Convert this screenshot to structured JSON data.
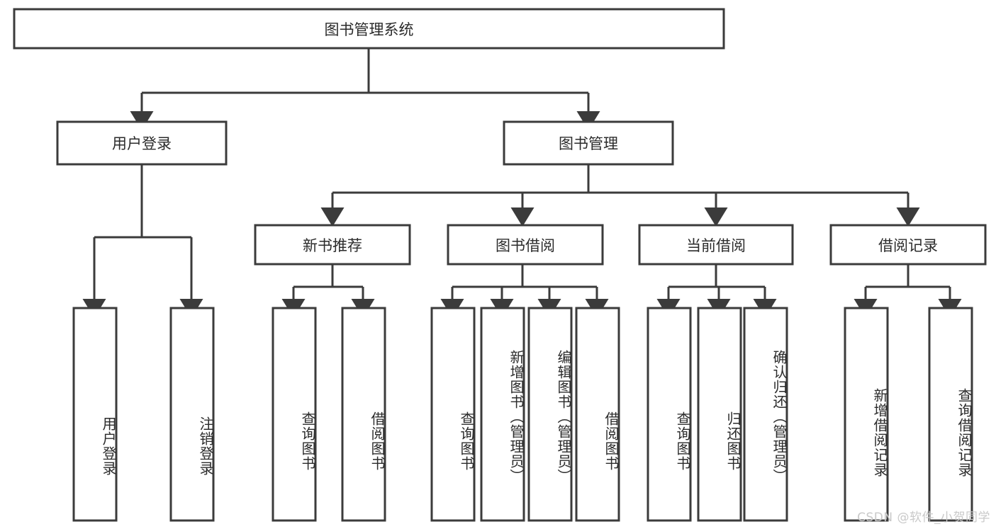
{
  "diagram": {
    "title": "图书管理系统",
    "type": "tree",
    "root": {
      "label": "图书管理系统"
    },
    "level1": [
      {
        "label": "用户登录"
      },
      {
        "label": "图书管理"
      }
    ],
    "level2": [
      {
        "label": "新书推荐",
        "parent": "图书管理"
      },
      {
        "label": "图书借阅",
        "parent": "图书管理"
      },
      {
        "label": "当前借阅",
        "parent": "图书管理"
      },
      {
        "label": "借阅记录",
        "parent": "图书管理"
      }
    ],
    "leaves": {
      "user_login": [
        {
          "label": "用户登录"
        },
        {
          "label": "注销登录"
        }
      ],
      "new_book": [
        {
          "label": "查询图书"
        },
        {
          "label": "借阅图书"
        }
      ],
      "book_borrow": [
        {
          "label": "查询图书"
        },
        {
          "label": "新增图书（管理员）"
        },
        {
          "label": "编辑图书（管理员）"
        },
        {
          "label": "借阅图书"
        }
      ],
      "current_borrow": [
        {
          "label": "查询图书"
        },
        {
          "label": "归还图书"
        },
        {
          "label": "确认归还（管理员）"
        }
      ],
      "borrow_record": [
        {
          "label": "新增借阅记录"
        },
        {
          "label": "查询借阅记录"
        }
      ]
    },
    "colors": {
      "stroke": "#3b3b3b",
      "fill": "#ffffff",
      "text": "#2b2b2b",
      "watermark": "#c9c9c9"
    }
  },
  "watermark": {
    "text": "CSDN @软件_小贺同学"
  }
}
